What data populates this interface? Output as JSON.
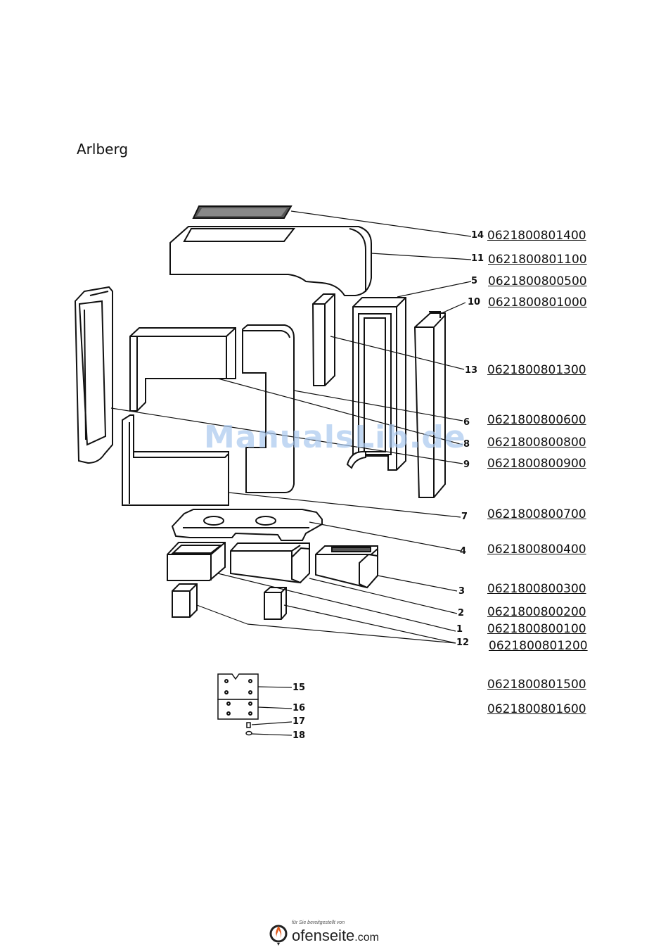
{
  "title": "Arlberg",
  "watermark": "ManualsLib.de",
  "parts": [
    {
      "num": "14",
      "code": "0621800801400"
    },
    {
      "num": "11",
      "code": "0621800801100"
    },
    {
      "num": "5",
      "code": "0621800800500"
    },
    {
      "num": "10",
      "code": "0621800801000"
    },
    {
      "num": "13",
      "code": "0621800801300"
    },
    {
      "num": "6",
      "code": "0621800800600"
    },
    {
      "num": "8",
      "code": "0621800800800"
    },
    {
      "num": "9",
      "code": "0621800800900"
    },
    {
      "num": "7",
      "code": "0621800800700"
    },
    {
      "num": "4",
      "code": "0621800800400"
    },
    {
      "num": "3",
      "code": "0621800800300"
    },
    {
      "num": "2",
      "code": "0621800800200"
    },
    {
      "num": "1",
      "code": "0621800800100"
    },
    {
      "num": "12",
      "code": "0621800801200"
    },
    {
      "num": "15",
      "code": "0621800801500"
    },
    {
      "num": "16",
      "code": "0621800801600"
    },
    {
      "num": "17",
      "code": ""
    },
    {
      "num": "18",
      "code": ""
    }
  ],
  "footer": {
    "tagline": "für Sie bereitgestellt von",
    "brand": "ofenseite",
    "domain": ".com",
    "logo_icon": "flame-icon"
  }
}
